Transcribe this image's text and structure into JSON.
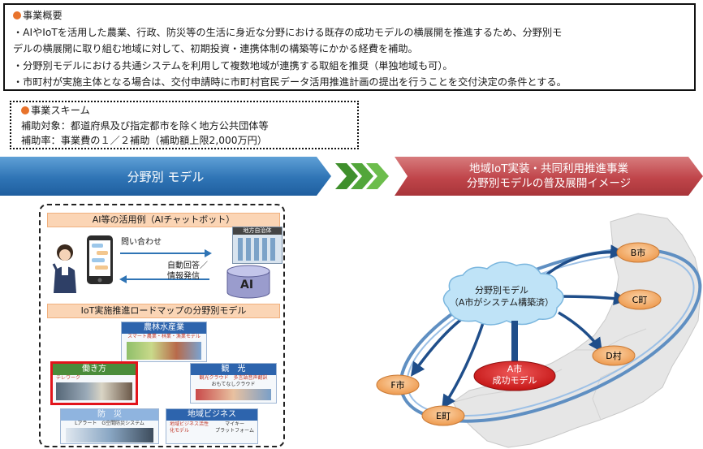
{
  "overview": {
    "heading": "事業概要",
    "lines": [
      "・AIやIoTを活用した農業、行政、防災等の生活に身近な分野における既存の成功モデルの横展開を推進するため、分野別モ",
      "デルの横展開に取り組む地域に対して、初期投資・連携体制の構築等にかかる経費を補助。",
      "・分野別モデルにおける共通システムを利用して複数地域が連携する取組を推奨（単独地域も可）。",
      "・市町村が実施主体となる場合は、交付申請時に市町村官民データ活用推進計画の提出を行うことを交付決定の条件とする。"
    ]
  },
  "scheme": {
    "heading": "事業スキーム",
    "target": "補助対象：都道府県及び指定都市を除く地方公共団体等",
    "rate": "補助率：事業費の１／２補助（補助額上限2,000万円）"
  },
  "arrows": {
    "left": "分野別 モデル",
    "right_line1": "地域IoT実装・共同利用推進事業",
    "right_line2": "分野別モデルの普及展開イメージ"
  },
  "left_panel": {
    "ai_band": "AI等の活用例（AIチャットボット）",
    "inquiry": "問い合わせ",
    "auto_reply_1": "自動回答／",
    "auto_reply_2": "情報発信",
    "municipality_sign": "地方自治体",
    "ai_label": "AI",
    "roadmap_band": "IoT実施推進ロードマップの分野別モデル",
    "boxes": [
      {
        "title": "農林水産業",
        "sub": "スマート農業・林業・漁業モデル"
      },
      {
        "title": "働き方",
        "sub": "テレワーク"
      },
      {
        "title": "観　光",
        "sub": "観光クラウド　多言語音声翻訳"
      },
      {
        "title": "防　災",
        "sub": "Lアラート　G空間防災システム"
      },
      {
        "title": "地域ビジネス",
        "sub": "地域ビジネス活性化モデル"
      }
    ],
    "tourism_extra": "おもてなしクラウド",
    "business_extra_1": "マイキー",
    "business_extra_2": "プラットフォーム"
  },
  "diagram": {
    "cloud_line1": "分野別モデル",
    "cloud_line2": "（A市がシステム構築済）",
    "hub_line1": "A市",
    "hub_line2": "成功モデル",
    "nodes": [
      "B市",
      "C町",
      "D村",
      "E町",
      "F市"
    ]
  },
  "colors": {
    "overview_bullet": "#e8732c",
    "blue_arrow": "#2f74b5",
    "red_arrow": "#c0454a",
    "chevron_green": "#3f8f2c",
    "band_orange": "#fbd5b5",
    "node_orange": "#f0a35b",
    "hub_red": "#d42a2a"
  }
}
